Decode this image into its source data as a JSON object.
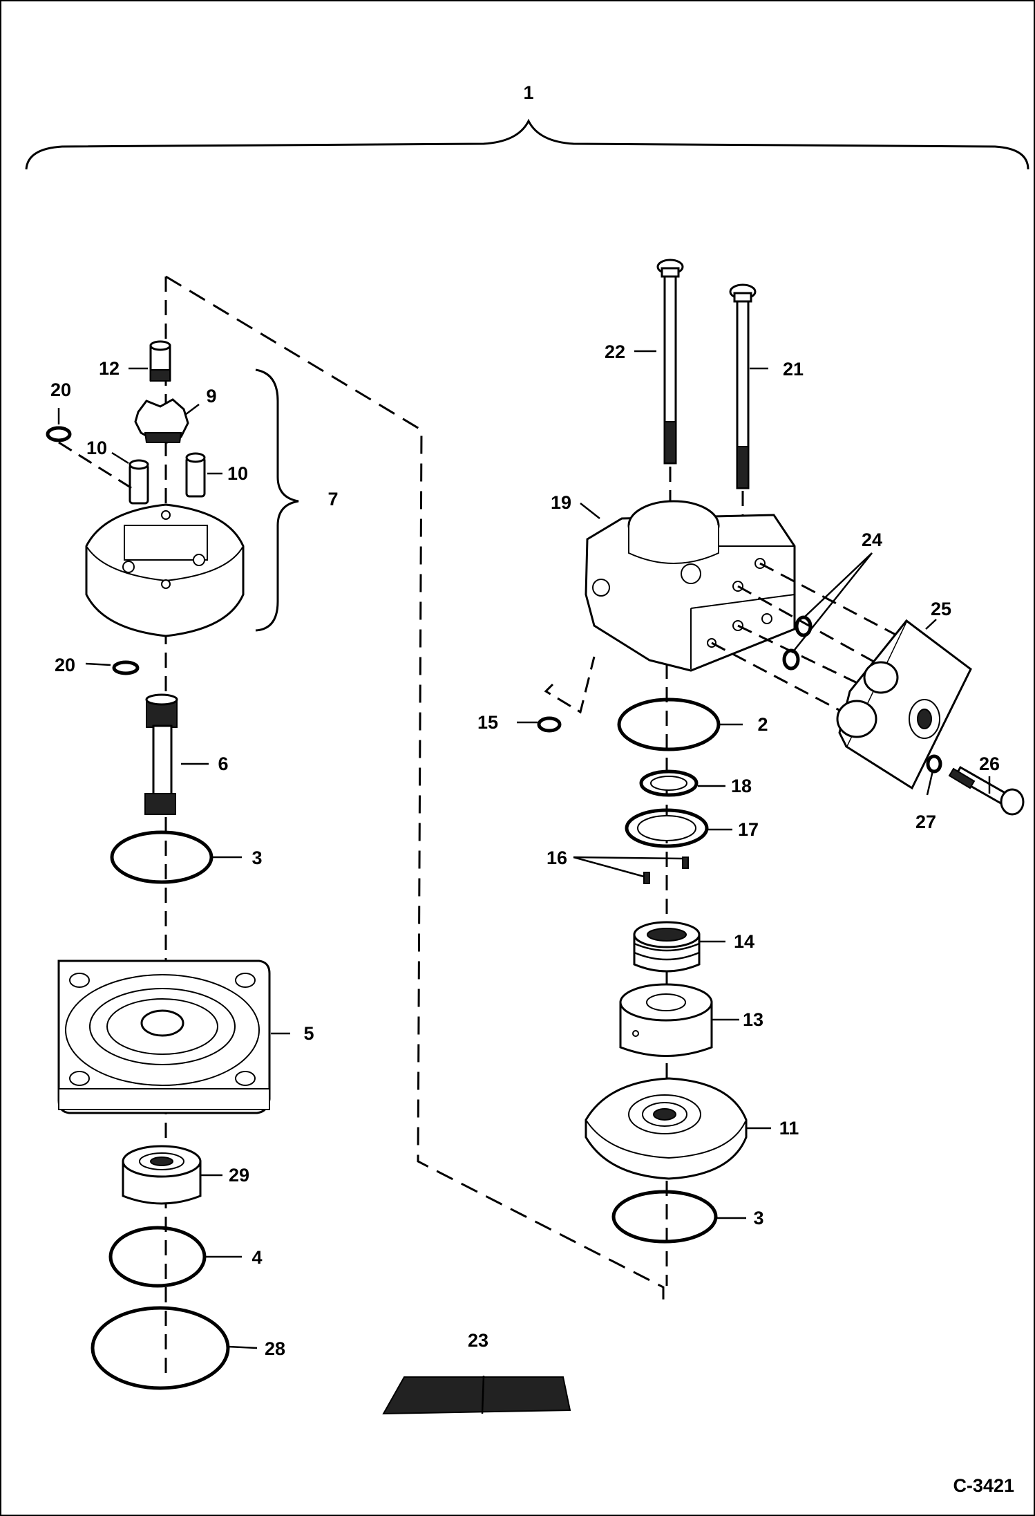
{
  "figure_id": "C-3421",
  "callouts": [
    {
      "id": "c1",
      "label": "1"
    },
    {
      "id": "c12",
      "label": "12"
    },
    {
      "id": "c20a",
      "label": "20"
    },
    {
      "id": "c9",
      "label": "9"
    },
    {
      "id": "c10a",
      "label": "10"
    },
    {
      "id": "c10b",
      "label": "10"
    },
    {
      "id": "c7",
      "label": "7"
    },
    {
      "id": "c20b",
      "label": "20"
    },
    {
      "id": "c6",
      "label": "6"
    },
    {
      "id": "c3a",
      "label": "3"
    },
    {
      "id": "c5",
      "label": "5"
    },
    {
      "id": "c29",
      "label": "29"
    },
    {
      "id": "c4",
      "label": "4"
    },
    {
      "id": "c28",
      "label": "28"
    },
    {
      "id": "c22",
      "label": "22"
    },
    {
      "id": "c21",
      "label": "21"
    },
    {
      "id": "c19",
      "label": "19"
    },
    {
      "id": "c24",
      "label": "24"
    },
    {
      "id": "c25",
      "label": "25"
    },
    {
      "id": "c15",
      "label": "15"
    },
    {
      "id": "c2",
      "label": "2"
    },
    {
      "id": "c18",
      "label": "18"
    },
    {
      "id": "c26",
      "label": "26"
    },
    {
      "id": "c17",
      "label": "17"
    },
    {
      "id": "c27",
      "label": "27"
    },
    {
      "id": "c16",
      "label": "16"
    },
    {
      "id": "c14",
      "label": "14"
    },
    {
      "id": "c13",
      "label": "13"
    },
    {
      "id": "c11",
      "label": "11"
    },
    {
      "id": "c3b",
      "label": "3"
    },
    {
      "id": "c23",
      "label": "23"
    }
  ]
}
